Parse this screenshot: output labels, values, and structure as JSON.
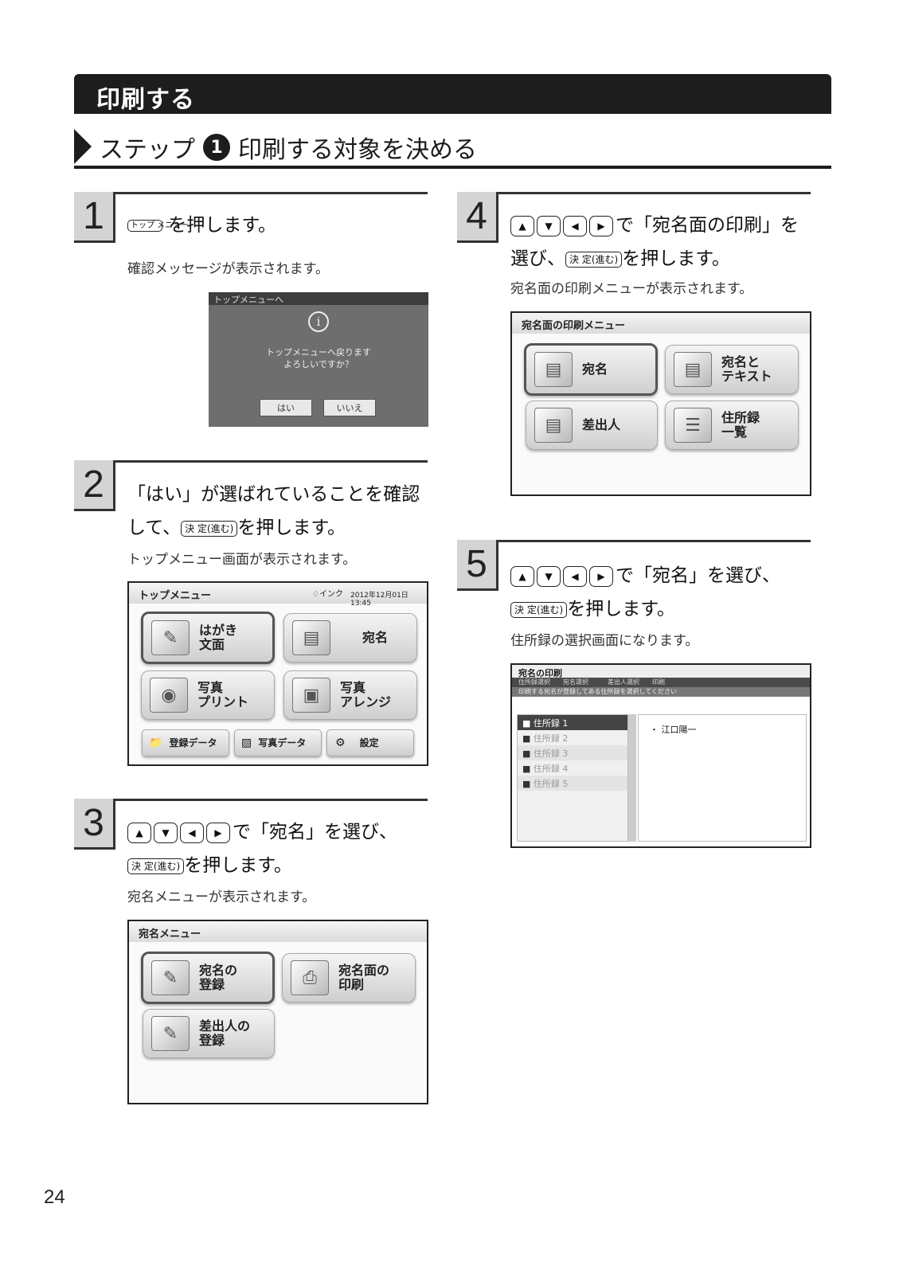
{
  "section": {
    "title": "印刷する"
  },
  "step_heading": {
    "prefix": "ステップ",
    "number": "1",
    "title": "印刷する対象を決める"
  },
  "keys": {
    "top_menu": "トップ メニュー",
    "kettei": "決 定(進む)",
    "up": "▲",
    "down": "▼",
    "left": "◀",
    "right": "▶"
  },
  "steps": {
    "s1": {
      "num": "1",
      "suffix": "を押します。",
      "sub": "確認メッセージが表示されます。"
    },
    "s2": {
      "num": "2",
      "line1": "「はい」が選ばれていることを確認",
      "line2_prefix": "して、",
      "suffix": "を押します。",
      "sub": "トップメニュー画面が表示されます。"
    },
    "s3": {
      "num": "3",
      "line1_suffix": "で「宛名」を選び、",
      "suffix": "を押します。",
      "sub": "宛名メニューが表示されます。"
    },
    "s4": {
      "num": "4",
      "line1_suffix": "で「宛名面の印刷」を",
      "line2_prefix": "選び、",
      "suffix": "を押します。",
      "sub": "宛名面の印刷メニューが表示されます。"
    },
    "s5": {
      "num": "5",
      "line1_suffix": "で「宛名」を選び、",
      "suffix": "を押します。",
      "sub": "住所録の選択画面になります。"
    }
  },
  "dialog": {
    "title": "トップメニューへ",
    "message": "トップメニューへ戻ります\nよろしいですか？",
    "yes": "はい",
    "no": "いいえ"
  },
  "top_menu_screen": {
    "title": "トップメニュー",
    "ink": "インク",
    "datetime": "2012年12月01日　13:45",
    "buttons": [
      "はがき\n文面",
      "宛名",
      "写真\nプリント",
      "写真\nアレンジ"
    ],
    "bottom": [
      "登録データ",
      "写真データ",
      "設定"
    ]
  },
  "atena_menu_screen": {
    "title": "宛名メニュー",
    "buttons": [
      "宛名の\n登録",
      "宛名面の\n印刷",
      "差出人の\n登録"
    ]
  },
  "print_menu_screen": {
    "title": "宛名面の印刷メニュー",
    "buttons": [
      "宛名",
      "宛名と\nテキスト",
      "差出人",
      "住所録\n一覧"
    ]
  },
  "address_screen": {
    "title": "宛名の印刷",
    "breadcrumbs": [
      "住所録選択",
      "宛名選択",
      "差出人選択",
      "印刷"
    ],
    "instruction": "印刷する宛名が登録してある住所録を選択してください",
    "books": [
      "住所録 1",
      "住所録 2",
      "住所録 3",
      "住所録 4",
      "住所録 5"
    ],
    "entry": "・ 江口陽一"
  },
  "page_number": "24",
  "icons": {
    "info": "i",
    "ink": "drop-icon"
  }
}
